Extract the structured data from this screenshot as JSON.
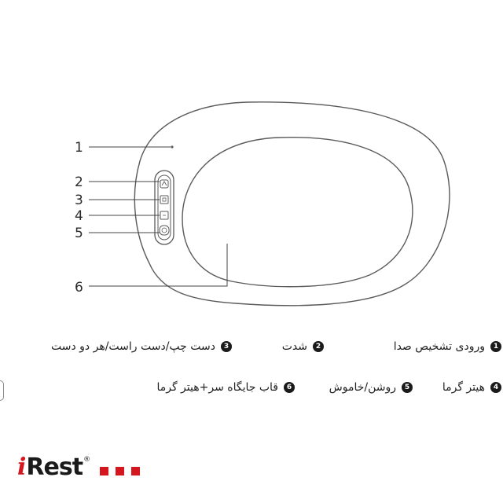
{
  "callouts": [
    "1",
    "2",
    "3",
    "4",
    "5",
    "6"
  ],
  "legend_row1": [
    {
      "num": "1",
      "text": "ورودی تشخیص صدا"
    },
    {
      "num": "2",
      "text": "شدت"
    },
    {
      "num": "3",
      "text": "دست چپ/دست راست/هر دو دست"
    }
  ],
  "legend_row2": [
    {
      "num": "4",
      "text": "هیتر گرما"
    },
    {
      "num": "5",
      "text": "روشن/خاموش"
    },
    {
      "num": "6",
      "text": "قاب جایگاه سر+هیتر گرما"
    }
  ],
  "logo": {
    "prefix": "i",
    "name": "Rest",
    "mark": "®"
  },
  "colors": {
    "brand_red": "#d4171e",
    "outline": "#5a5a5a",
    "text": "#222222"
  }
}
